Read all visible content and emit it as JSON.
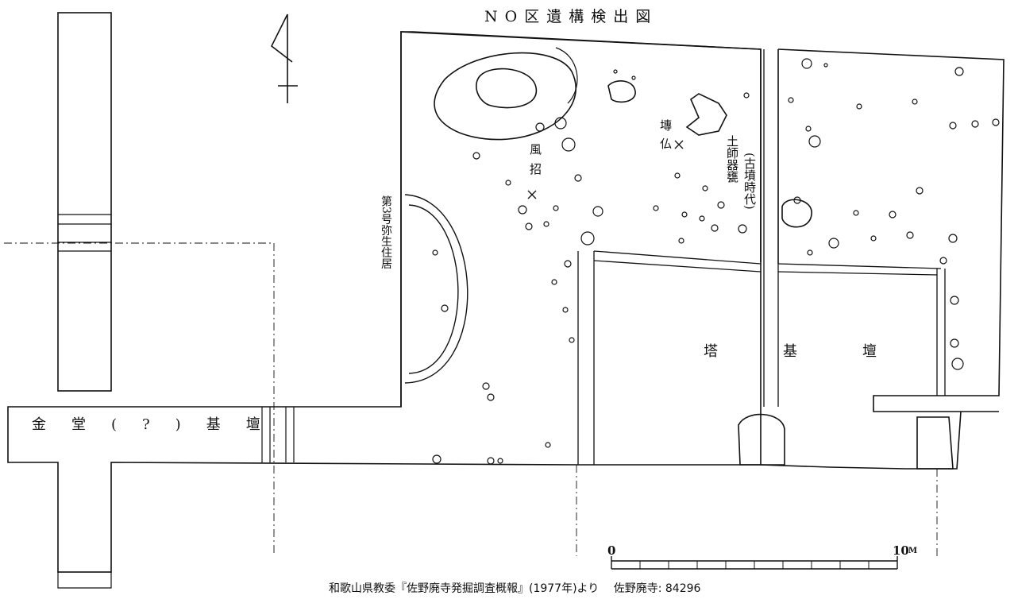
{
  "title": "NO区遺構検出図",
  "labels": {
    "dwelling": "第3号弥生住居",
    "fuhan": "風招",
    "senbutsu": "塼仏",
    "haji": "土師器甕",
    "kofun": "(古墳時代)",
    "tower_base": "塔基壇",
    "kondo_base": "金堂(?)基壇"
  },
  "scale": {
    "zero": "0",
    "ten": "10",
    "unit": "M"
  },
  "caption": "和歌山県教委『佐野廃寺発掘調査概報』(1977年)より　 佐野廃寺: 84296",
  "icons": [
    "north-arrow-icon",
    "cross-mark-icon"
  ],
  "colors": {
    "ink": "#111111",
    "paper": "#ffffff"
  }
}
